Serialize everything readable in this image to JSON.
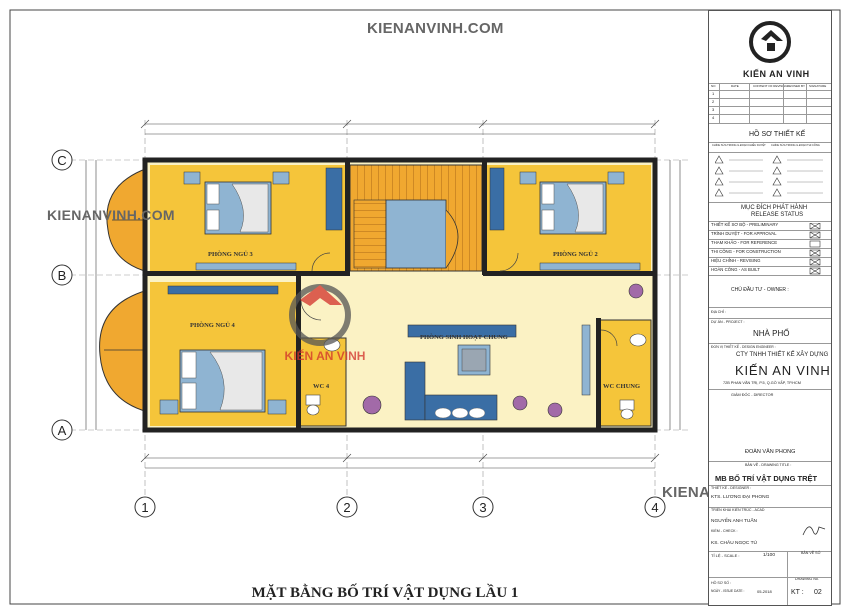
{
  "watermarks": {
    "top": "KIENANVINH.COM",
    "left": "KIENANVINH.COM",
    "bottom_right": "KIENANVINH.COM",
    "center_logo": "KIẾN AN VINH"
  },
  "title": "MẶT BẰNG BỐ TRÍ VẬT DỤNG LẦU 1",
  "grid": {
    "rows": [
      "C",
      "B",
      "A"
    ],
    "cols": [
      "1",
      "2",
      "3",
      "4"
    ]
  },
  "rooms": {
    "bed3": "PHÒNG NGỦ 3",
    "bed2": "PHÒNG NGỦ 2",
    "bed4": "PHÒNG NGỦ 4",
    "living": "PHÒNG SINH HOẠT CHUNG",
    "wc4": "WC 4",
    "wc_common": "WC CHUNG"
  },
  "title_block": {
    "company_logo_text": "KIẾN AN VINH",
    "rev_headers": [
      "NO",
      "DATE",
      "CONTENT OF REVISING",
      "REVISED BY",
      "SIGNATURE"
    ],
    "rev_rows": [
      "1",
      "2",
      "3",
      "4"
    ],
    "design_file": "HỒ SƠ THIẾT KẾ",
    "approval_headers": [
      "CHỈNH SỬA TRONG G.ĐOẠN CHIỀU DUYỆT",
      "CHỈNH SỬA TRONG G.ĐOẠN THI CÔNG"
    ],
    "purpose": "MỤC ĐÍCH PHÁT HÀNH",
    "release_status": "RELEASE STATUS",
    "status_items": [
      "THIẾT KẾ SƠ BỘ - PRELIMINARY",
      "TRÌNH DUYỆT - FOR APPROVAL",
      "THAM KHẢO - FOR REFERENCE",
      "THI CÔNG - FOR CONSTRUCTION",
      "HIỆU CHỈNH - REVISING",
      "HOÀN CÔNG - AS BUILT"
    ],
    "owner_label": "CHỦ ĐẦU TƯ - OWNER :",
    "address_label": "ĐỊA CHỈ :",
    "project_label": "DỰ ÁN - PROJECT :",
    "project": "NHÀ PHỐ",
    "design_unit_label": "ĐƠN VỊ THIẾT KẾ - DESIGN ENGINEER :",
    "company_full": "CTY TNHH THIẾT KẾ XÂY DỰNG",
    "company_name": "KIẾN AN VINH",
    "company_address": "72B PHAN VĂN TRỊ, P.5, Q.GÒ VẤP, TP.HCM",
    "director_label": "GIÁM ĐỐC - DIRECTOR",
    "director": "ĐOÀN VĂN PHONG",
    "drawing_title_label": "BẢN VẼ - DRAWING TITLE :",
    "drawing_title": "MB BỐ TRÍ VẬT DỤNG TRỆT",
    "designer_label": "THIẾT KẾ - DESIGNER :",
    "designer": "KTS. LƯƠNG ĐẠI PHONG",
    "acad_label": "TRIỂN KHAI KIẾN TRÚC - ACAD",
    "acad": "NGUYỄN ANH TUẤN",
    "check_label": "KIỂM - CHECK :",
    "check": "KS. CHÂU NGỌC TÚ",
    "scale_label": "TỈ LỆ - SCALE :",
    "scale": "1/100",
    "drawing_no_label": "BẢN VẼ SỐ",
    "drawing_no_label_en": "DRAWING No.",
    "file_label": "HỒ SƠ SỐ :",
    "date_label": "NGÀY - ISSUE DATE :",
    "date": "05-2018",
    "kt_label": "KT :",
    "kt": "02"
  }
}
